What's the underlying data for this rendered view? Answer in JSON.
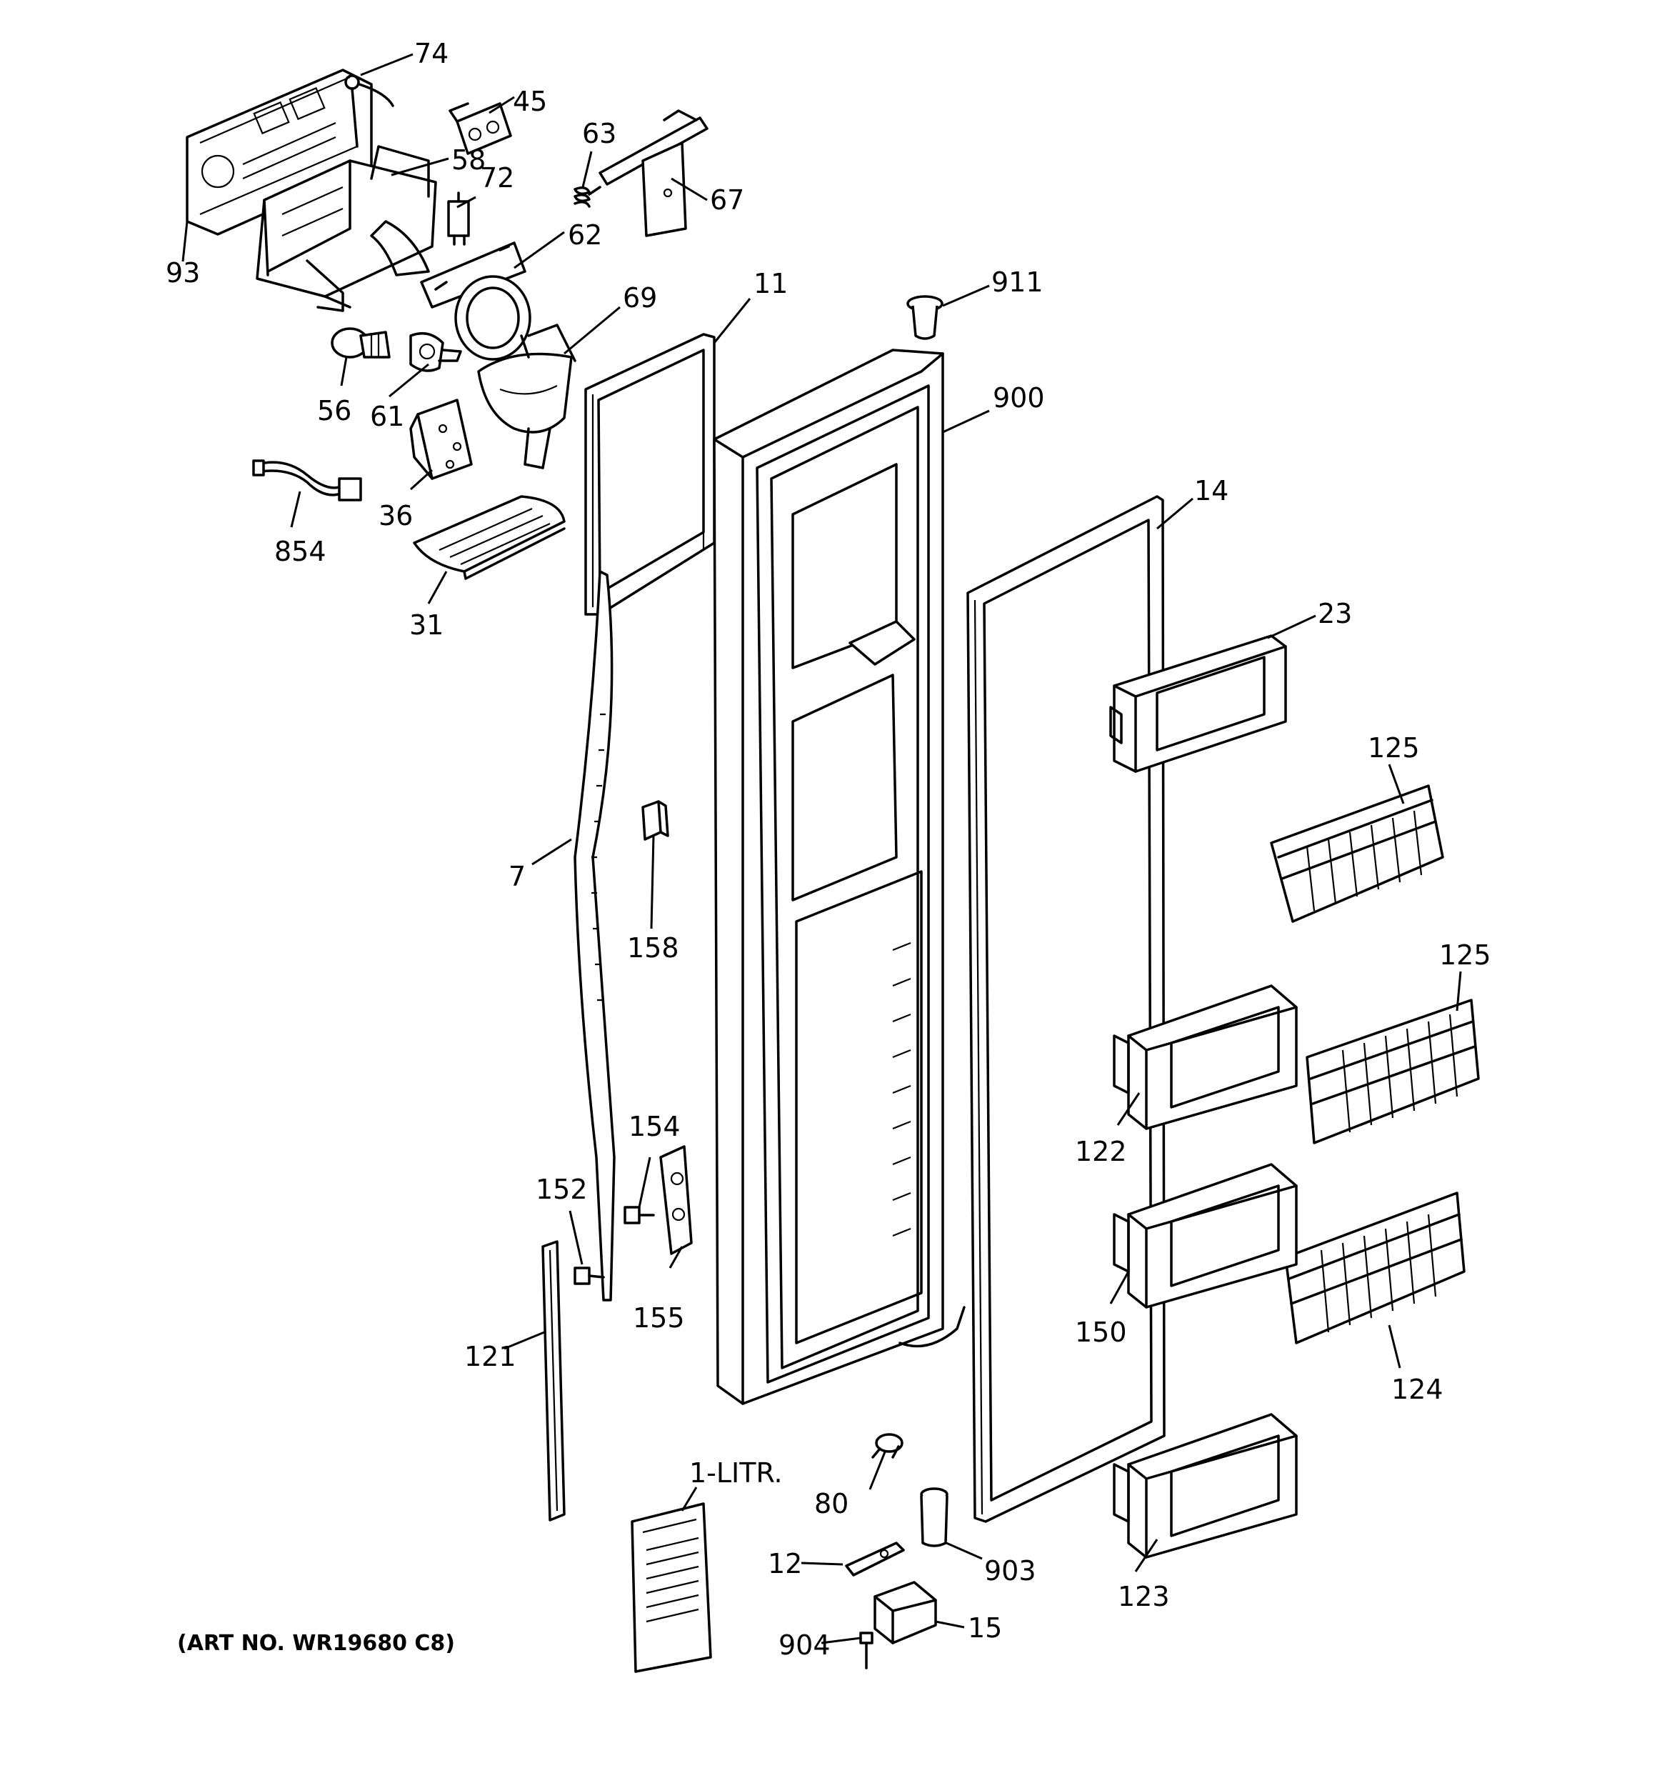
{
  "art_number": "(ART NO. WR19680 C8)",
  "callouts": [
    {
      "id": "74",
      "text": "74"
    },
    {
      "id": "45",
      "text": "45"
    },
    {
      "id": "63",
      "text": "63"
    },
    {
      "id": "58",
      "text": "58"
    },
    {
      "id": "72",
      "text": "72"
    },
    {
      "id": "67",
      "text": "67"
    },
    {
      "id": "62",
      "text": "62"
    },
    {
      "id": "93",
      "text": "93"
    },
    {
      "id": "11",
      "text": "11"
    },
    {
      "id": "911",
      "text": "911"
    },
    {
      "id": "69",
      "text": "69"
    },
    {
      "id": "56",
      "text": "56"
    },
    {
      "id": "61",
      "text": "61"
    },
    {
      "id": "900",
      "text": "900"
    },
    {
      "id": "36",
      "text": "36"
    },
    {
      "id": "854",
      "text": "854"
    },
    {
      "id": "14",
      "text": "14"
    },
    {
      "id": "31",
      "text": "31"
    },
    {
      "id": "23",
      "text": "23"
    },
    {
      "id": "125a",
      "text": "125"
    },
    {
      "id": "7",
      "text": "7"
    },
    {
      "id": "158",
      "text": "158"
    },
    {
      "id": "125b",
      "text": "125"
    },
    {
      "id": "154",
      "text": "154"
    },
    {
      "id": "122",
      "text": "122"
    },
    {
      "id": "152",
      "text": "152"
    },
    {
      "id": "155",
      "text": "155"
    },
    {
      "id": "150",
      "text": "150"
    },
    {
      "id": "121",
      "text": "121"
    },
    {
      "id": "124",
      "text": "124"
    },
    {
      "id": "1-litr",
      "text": "1-LITR."
    },
    {
      "id": "80",
      "text": "80"
    },
    {
      "id": "903",
      "text": "903"
    },
    {
      "id": "12",
      "text": "12"
    },
    {
      "id": "123",
      "text": "123"
    },
    {
      "id": "904",
      "text": "904"
    },
    {
      "id": "15",
      "text": "15"
    }
  ]
}
